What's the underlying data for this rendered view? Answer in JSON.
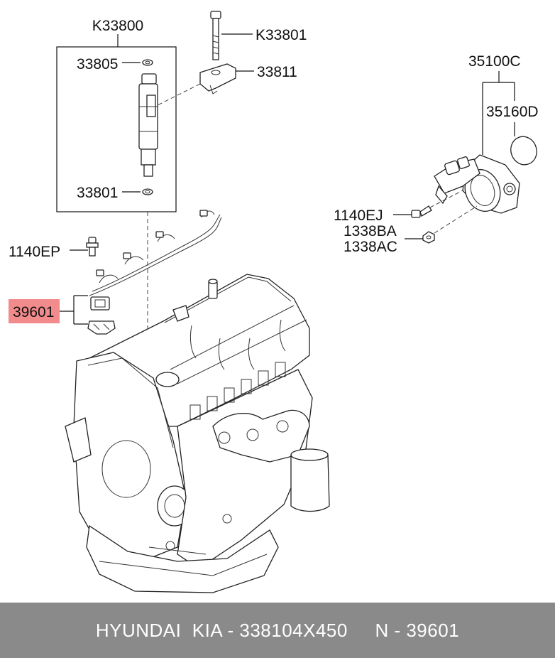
{
  "labels": {
    "k33800": "K33800",
    "k33801": "K33801",
    "p33805": "33805",
    "p33811": "33811",
    "p33801": "33801",
    "p35100c": "35100C",
    "p35160d": "35160D",
    "p1140ej": "1140EJ",
    "p1338ba": "1338BA",
    "p1338ac": "1338AC",
    "p1140ep": "1140EP",
    "p39601": "39601"
  },
  "highlight_color": "#f28b8b",
  "footer": {
    "text": "HYUNDAI  KIA - 338104X450     N - 39601"
  }
}
